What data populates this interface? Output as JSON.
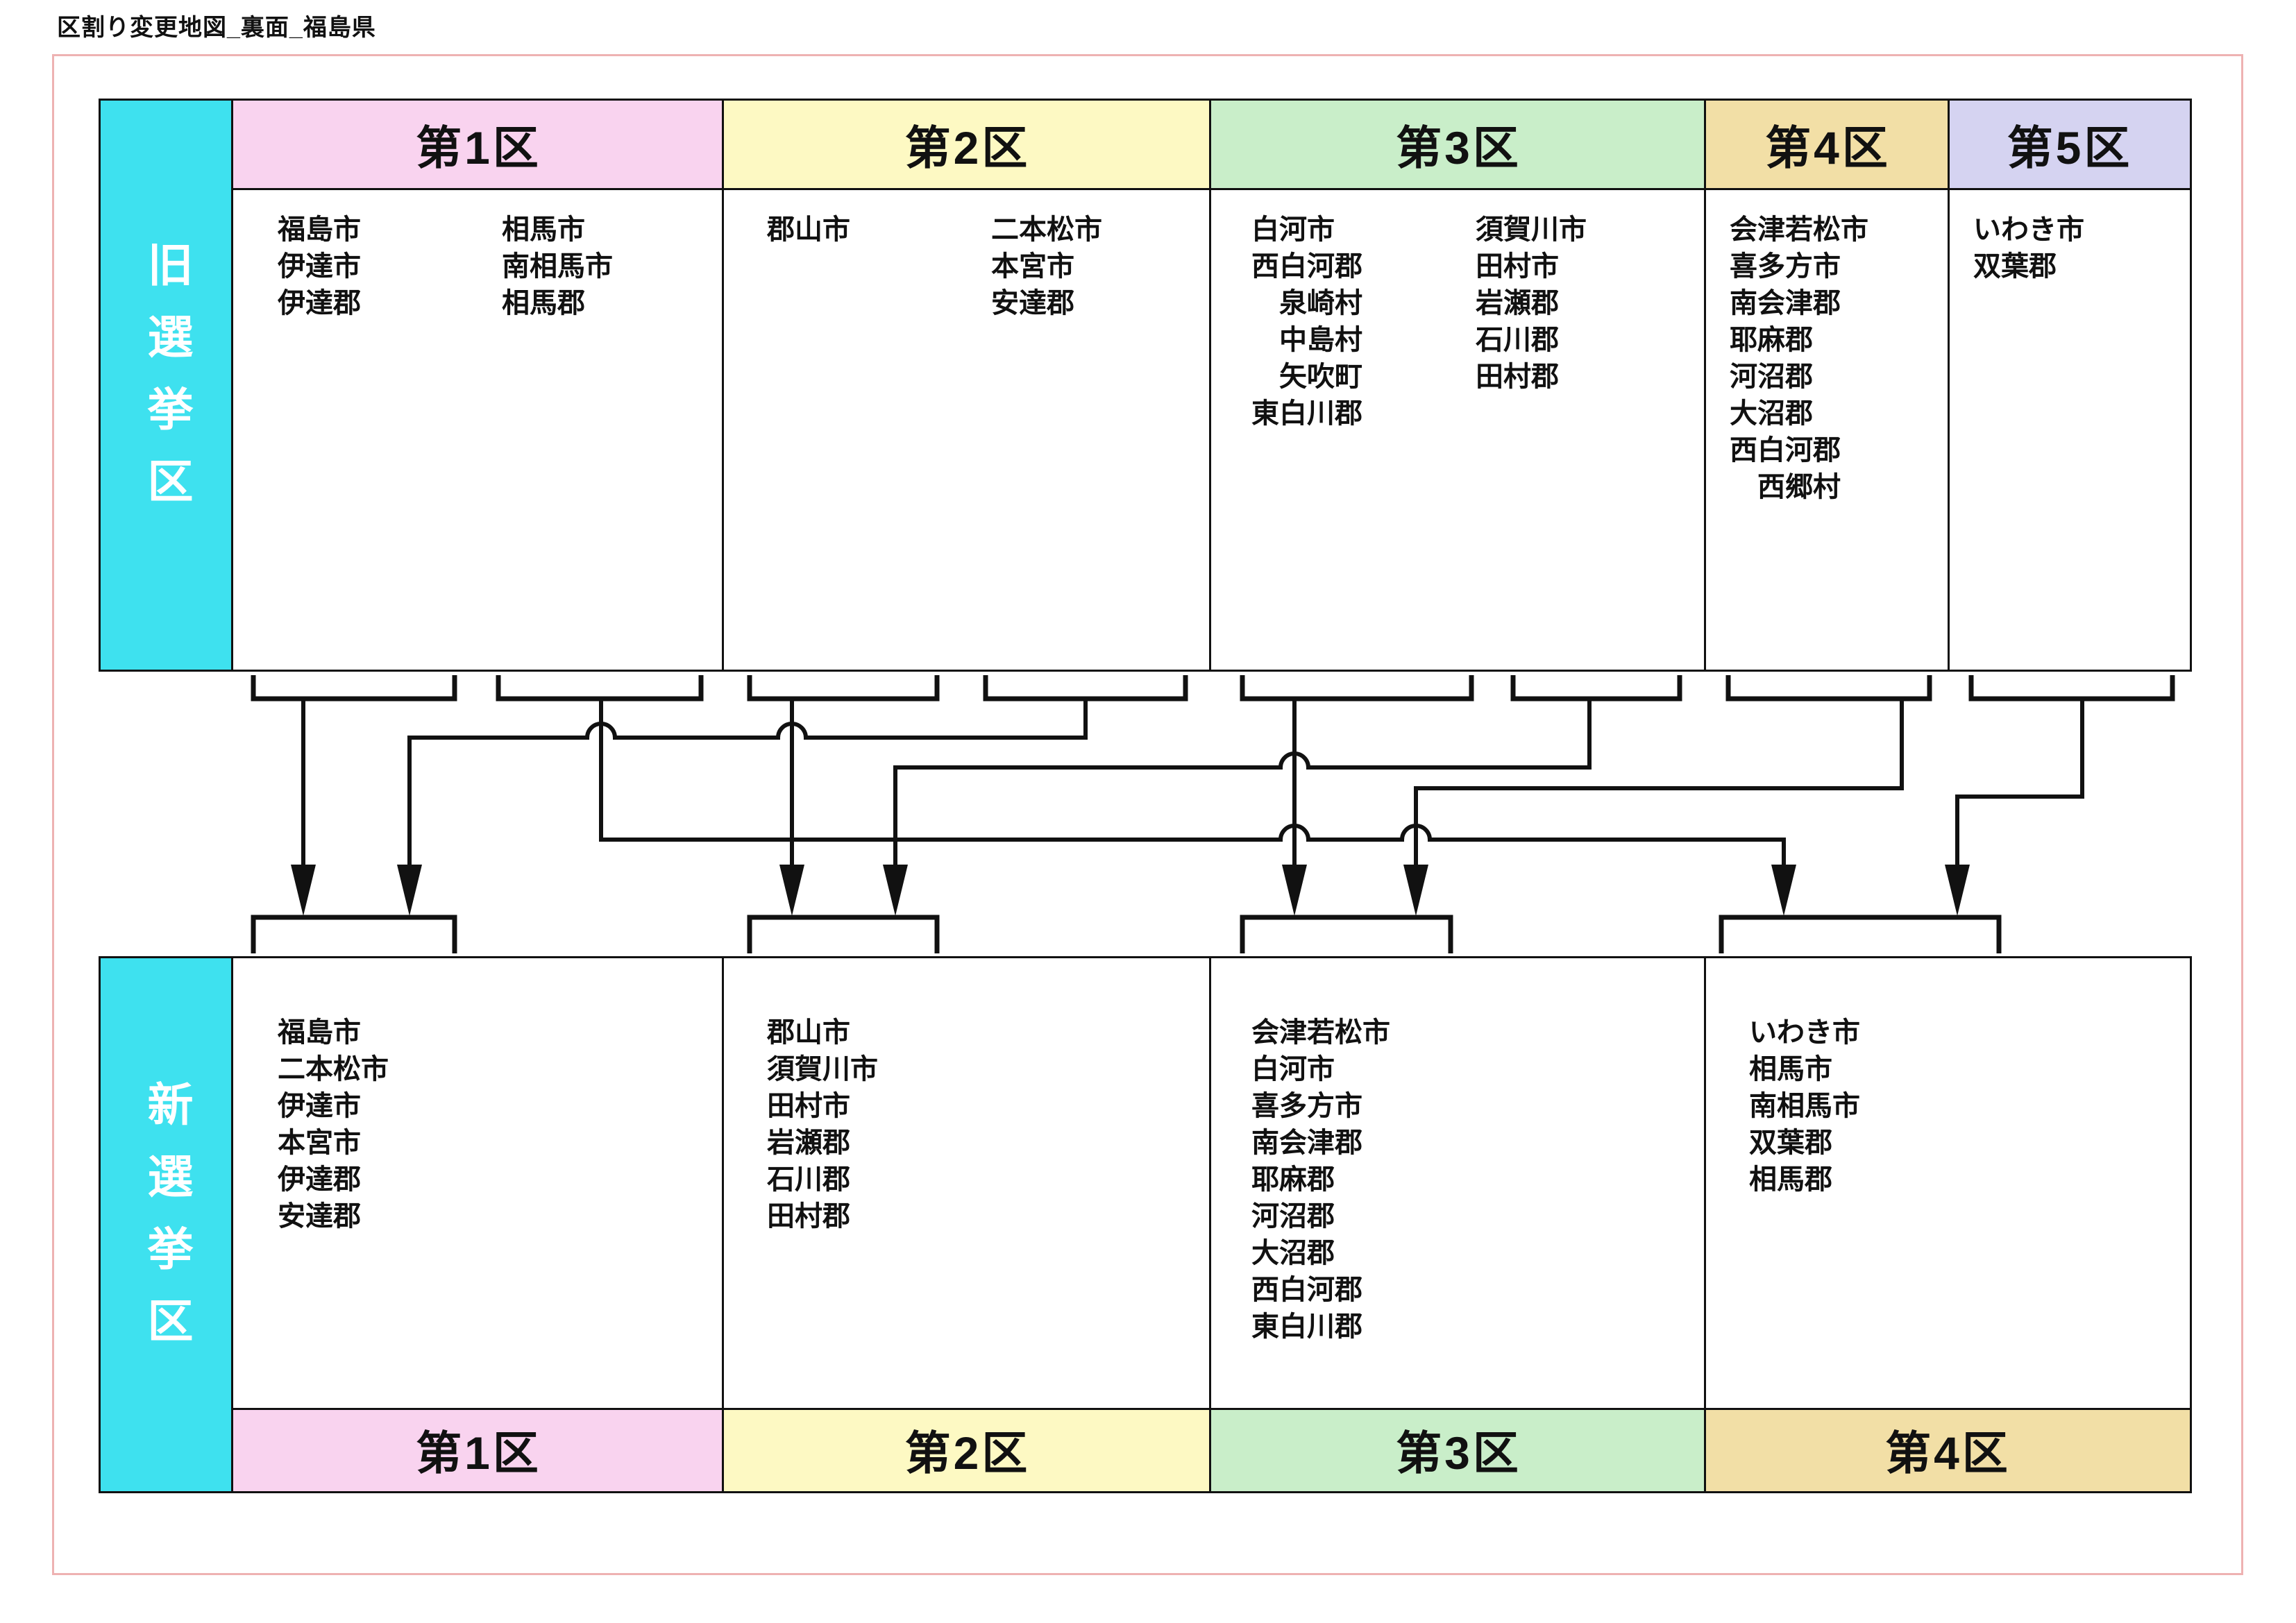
{
  "page": {
    "title": "区割り変更地図_裏面_福島県"
  },
  "colors": {
    "district1": "#f9d3ef",
    "district2": "#fdf9c3",
    "district3": "#c9eec9",
    "district4": "#f2dfa6",
    "district5": "#d5d3f1",
    "sidebar": "#3ee1ef",
    "line": "#111111",
    "page_border": "#eeb2b2"
  },
  "old_table": {
    "sidebar_label": "旧選挙区",
    "districts": [
      {
        "name": "第1区",
        "color": "#f9d3ef",
        "columns": [
          [
            "福島市",
            "伊達市",
            "伊達郡"
          ],
          [
            "相馬市",
            "南相馬市",
            "相馬郡"
          ]
        ]
      },
      {
        "name": "第2区",
        "color": "#fdf9c3",
        "columns": [
          [
            "郡山市"
          ],
          [
            "二本松市",
            "本宮市",
            "安達郡"
          ]
        ]
      },
      {
        "name": "第3区",
        "color": "#c9eec9",
        "columns": [
          [
            "白河市",
            "西白河郡",
            "　泉崎村",
            "　中島村",
            "　矢吹町",
            "東白川郡"
          ],
          [
            "須賀川市",
            "田村市",
            "岩瀬郡",
            "石川郡",
            "田村郡"
          ]
        ]
      },
      {
        "name": "第4区",
        "color": "#f2dfa6",
        "columns": [
          [
            "会津若松市",
            "喜多方市",
            "南会津郡",
            "耶麻郡",
            "河沼郡",
            "大沼郡",
            "西白河郡",
            "　西郷村"
          ]
        ]
      },
      {
        "name": "第5区",
        "color": "#d5d3f1",
        "columns": [
          [
            "いわき市",
            "双葉郡"
          ]
        ]
      }
    ]
  },
  "new_table": {
    "sidebar_label": "新選挙区",
    "districts": [
      {
        "name": "第1区",
        "color": "#f9d3ef",
        "columns": [
          [
            "福島市",
            "二本松市",
            "伊達市",
            "本宮市",
            "伊達郡",
            "安達郡"
          ]
        ]
      },
      {
        "name": "第2区",
        "color": "#fdf9c3",
        "columns": [
          [
            "郡山市",
            "須賀川市",
            "田村市",
            "岩瀬郡",
            "石川郡",
            "田村郡"
          ]
        ]
      },
      {
        "name": "第3区",
        "color": "#c9eec9",
        "columns": [
          [
            "会津若松市",
            "白河市",
            "喜多方市",
            "南会津郡",
            "耶麻郡",
            "河沼郡",
            "大沼郡",
            "西白河郡",
            "東白川郡"
          ]
        ]
      },
      {
        "name": "第4区",
        "color": "#f2dfa6",
        "columns": [
          [
            "いわき市",
            "相馬市",
            "南相馬市",
            "双葉郡",
            "相馬郡"
          ]
        ]
      }
    ]
  },
  "flows": [
    {
      "from": "旧第1区（福島・伊達）",
      "to": "新第1区"
    },
    {
      "from": "旧第1区（相馬）",
      "to": "新第4区"
    },
    {
      "from": "旧第2区（郡山）",
      "to": "新第2区"
    },
    {
      "from": "旧第2区（二本松・本宮・安達）",
      "to": "新第1区"
    },
    {
      "from": "旧第3区（白河・西白河・東白川）",
      "to": "新第3区"
    },
    {
      "from": "旧第3区（須賀川・田村・岩瀬・石川）",
      "to": "新第2区"
    },
    {
      "from": "旧第4区（会津・西郷）",
      "to": "新第3区"
    },
    {
      "from": "旧第5区（いわき・双葉）",
      "to": "新第4区"
    }
  ]
}
